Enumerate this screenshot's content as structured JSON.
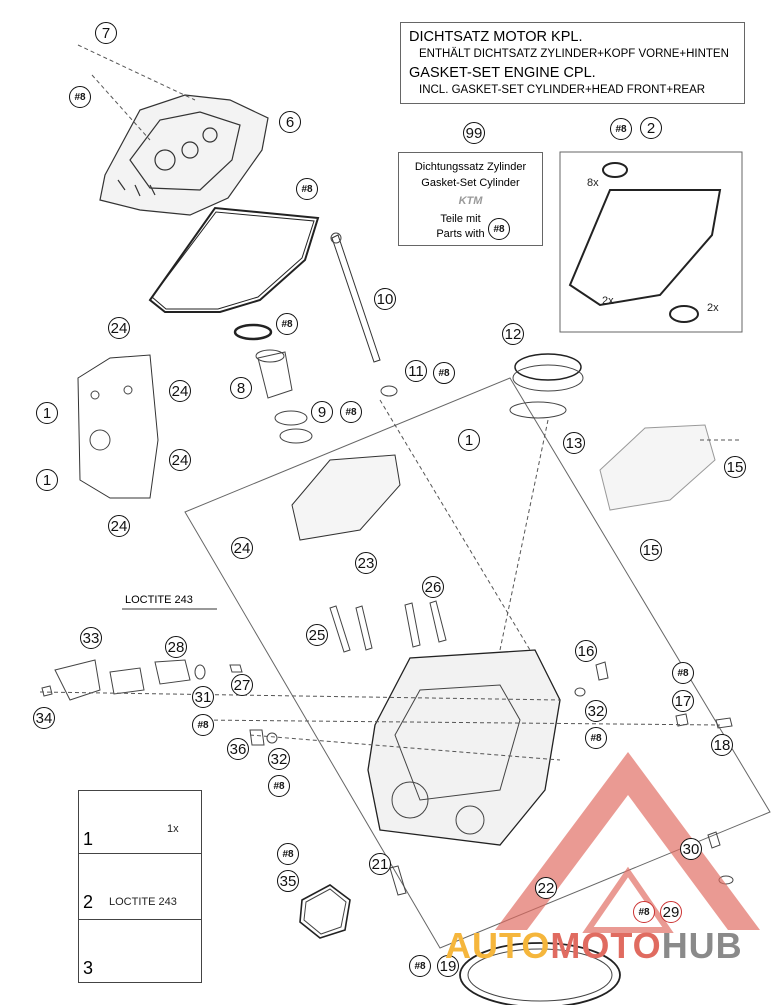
{
  "title_box": {
    "line1": "DICHTSATZ MOTOR KPL.",
    "line2": "ENTHÄLT DICHTSATZ ZYLINDER+KOPF VORNE+HINTEN",
    "line3": "GASKET-SET ENGINE CPL.",
    "line4": "INCL. GASKET-SET CYLINDER+HEAD FRONT+REAR"
  },
  "set_box": {
    "line1": "Dichtungssatz Zylinder",
    "line2": "Gasket-Set Cylinder",
    "logo": "KTM",
    "line3": "Teile mit",
    "line4": "Parts with",
    "ref": "#8"
  },
  "callouts": {
    "c99": "99",
    "c7": "7",
    "c6": "6",
    "c2": "2",
    "c10": "10",
    "c12": "12",
    "c8": "8",
    "c9": "9",
    "c11": "11",
    "c13": "13",
    "c15a": "15",
    "c15b": "15",
    "c1a": "1",
    "c1b": "1",
    "c1c": "1",
    "c24a": "24",
    "c24b": "24",
    "c24c": "24",
    "c24d": "24",
    "c24e": "24",
    "c23": "23",
    "c26": "26",
    "c25": "25",
    "c33": "33",
    "c28": "28",
    "c27": "27",
    "c31": "31",
    "c34": "34",
    "c16": "16",
    "c17": "17",
    "c18": "18",
    "c32a": "32",
    "c32b": "32",
    "c36": "36",
    "c21": "21",
    "c22": "22",
    "c30": "30",
    "c35": "35",
    "c29": "29",
    "c19": "19"
  },
  "refs": {
    "r8": "#8"
  },
  "labels": {
    "x8": "8x",
    "x2a": "2x",
    "x2b": "2x",
    "loctite_top": "LOCTITE 243",
    "loctite_step": "LOCTITE 243",
    "once": "1x"
  },
  "steps": [
    "1",
    "2",
    "3"
  ],
  "watermark": {
    "a": "AUTO",
    "b": "MOTO",
    "c": "HUB"
  },
  "colors": {
    "line": "#333333",
    "watermark_red": "#e06b60",
    "watermark_orange": "#f5b63c",
    "watermark_gray": "#8a8a8a"
  }
}
